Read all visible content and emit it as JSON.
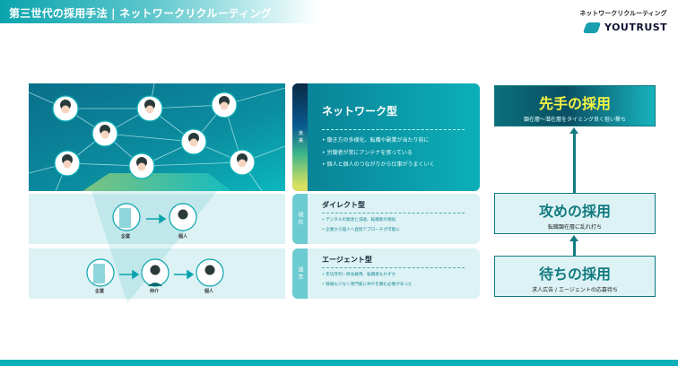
{
  "header": {
    "title": "第三世代の採用手法 | ネットワークリクルーティング"
  },
  "logo": {
    "tagline": "ネットワークリクルーティング",
    "name": "YOUTRUST"
  },
  "diagram": {
    "direct": {
      "from": "企業",
      "to": "個人"
    },
    "agent": {
      "from": "企業",
      "via": "仲介",
      "to": "個人"
    }
  },
  "eras": [
    {
      "era": "未来",
      "title": "ネットワーク型",
      "bullets": [
        "働き方の多様化、転職や副業が当たり前に",
        "労働者が常にアンテナを張っている",
        "個人と個人のつながりから仕事がうまくいく"
      ]
    },
    {
      "era": "現在",
      "title": "ダイレクト型",
      "bullets": [
        "デジタルの発達と浸透、転職者の増加",
        "企業から個人へ直接アプローチが可能に"
      ]
    },
    {
      "era": "過去",
      "title": "エージェント型",
      "bullets": [
        "年功序列・終身雇用、転職者もわずか",
        "情報も少なく専門家に仲介を頼む必要があった"
      ]
    }
  ],
  "stages": [
    {
      "title": "先手の採用",
      "sub": "顕在層〜潜在層をタイミング良く狙い撃ち"
    },
    {
      "title": "攻めの採用",
      "sub": "転職顕在層に乱れ打ち"
    },
    {
      "title": "待ちの採用",
      "sub": "求人広告 / エージェントの応募待ち"
    }
  ]
}
